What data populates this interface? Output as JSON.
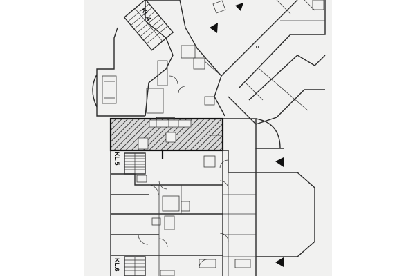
{
  "labels": {
    "stair_4": "KL.4",
    "stair_5": "KL.5",
    "stair_6": "KL.6"
  },
  "colors": {
    "paper": "#f1f1f0",
    "background": "#ffffff",
    "ink": "#2b2b2b",
    "highlight_hatch": "#4a4a4a"
  },
  "icons": [
    "triangle-marker-icon",
    "staircase-icon",
    "toilet-fixture-icon",
    "door-swing-icon"
  ]
}
